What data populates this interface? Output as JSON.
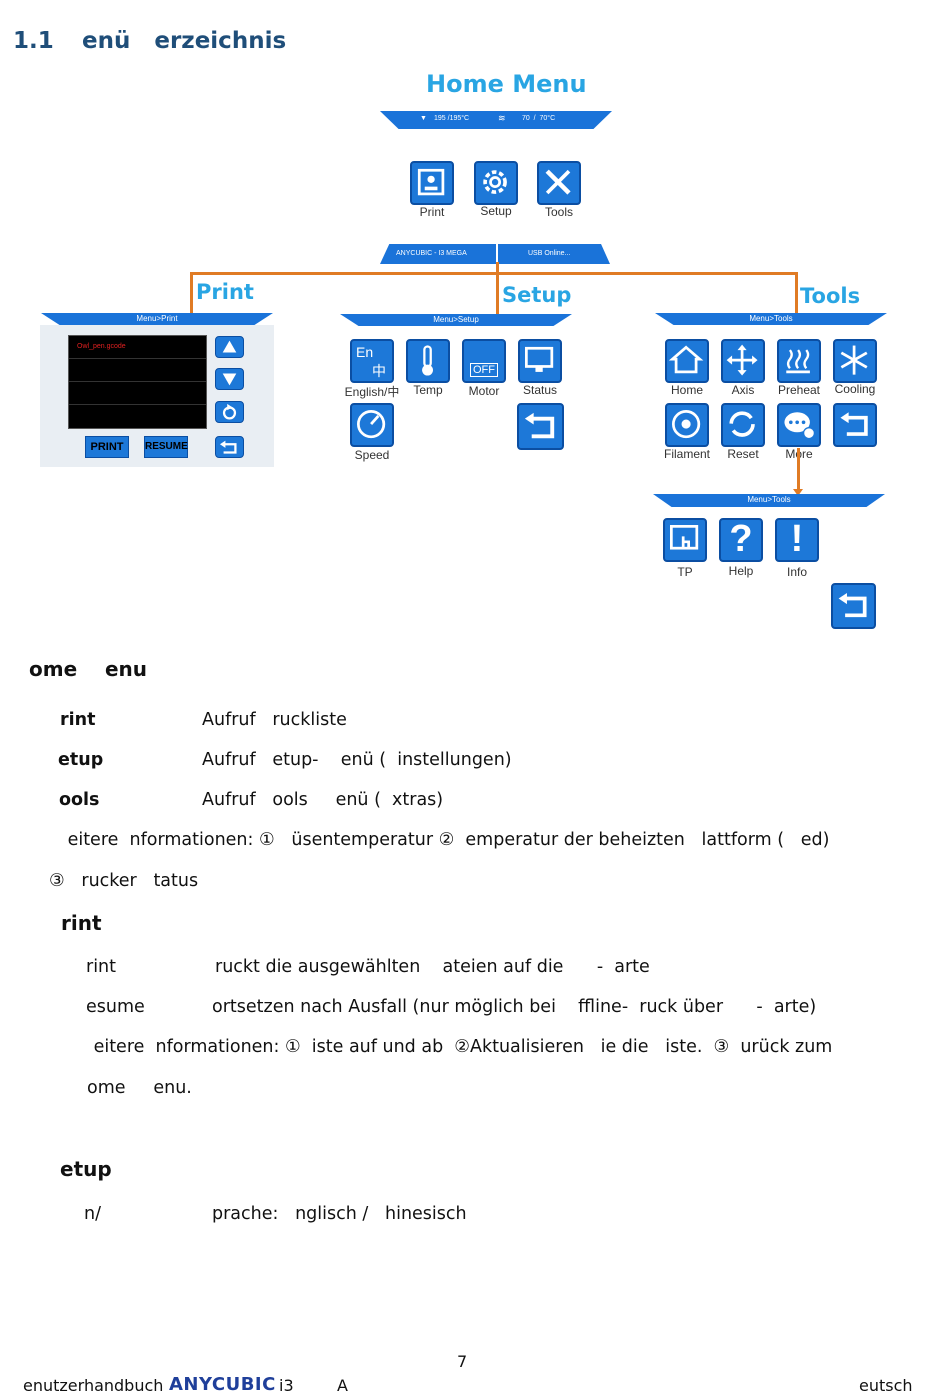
{
  "heading": {
    "number": "1.1",
    "title": "enü   erzeichnis"
  },
  "diagram": {
    "home_title": "Home Menu",
    "status_bar": {
      "nozzle": "195 /195°C",
      "bed": "70  /  70°C"
    },
    "home_icons": [
      "Print",
      "Setup",
      "Tools"
    ],
    "home_bottom": {
      "left": "ANYCUBIC - I3 MEGA",
      "right": "USB Online..."
    },
    "print": {
      "title": "Print",
      "banner": "Menu>Print",
      "file": "Owl_pen.gcode",
      "buttons": [
        "PRINT",
        "RESUME"
      ]
    },
    "setup": {
      "title": "Setup",
      "banner": "Menu>Setup",
      "icons": [
        "English/中",
        "Temp",
        "Motor",
        "Status",
        "Speed"
      ],
      "english_glyph_top": "En",
      "english_glyph_bottom": "中",
      "motor_glyph": "OFF"
    },
    "tools": {
      "title": "Tools",
      "banner": "Menu>Tools",
      "icons": [
        "Home",
        "Axis",
        "Preheat",
        "Cooling",
        "Filament",
        "Reset",
        "More"
      ]
    },
    "more": {
      "banner": "Menu>Tools",
      "icons": [
        "TP",
        "Help",
        "Info"
      ]
    }
  },
  "home_section": {
    "title": "ome    enu",
    "rows": [
      {
        "key": "rint",
        "value": "Aufruf   ruckliste"
      },
      {
        "key": "etup",
        "value": "Aufruf   etup-    enü (  instellungen)"
      },
      {
        "key": "ools",
        "value": "Aufruf   ools     enü (  xtras)"
      }
    ],
    "info_line1": " eitere  nformationen: ①   üsentemperatur ②  emperatur der beheizten   lattform (   ed)",
    "info_line2": "③   rucker   tatus"
  },
  "print_section": {
    "title": "rint",
    "rows": [
      {
        "key": "rint",
        "value": "ruckt die ausgewählten    ateien auf die      -  arte"
      },
      {
        "key": "esume",
        "value": "ortsetzen nach Ausfall (nur möglich bei    ffline-  ruck über      -  arte)"
      }
    ],
    "info_line1": " eitere  nformationen: ①  iste auf und ab  ②Aktualisieren   ie die   iste.  ③  urück zum",
    "info_line2": "ome     enu."
  },
  "setup_section": {
    "title": "etup",
    "rows": [
      {
        "key": "n/",
        "value": "prache:   nglisch /   hinesisch"
      }
    ]
  },
  "footer": {
    "page_number": "7",
    "left": "enutzerhandbuch",
    "brand": "ANYCUBIC",
    "model": "i3",
    "mid": "A",
    "right": "eutsch"
  }
}
